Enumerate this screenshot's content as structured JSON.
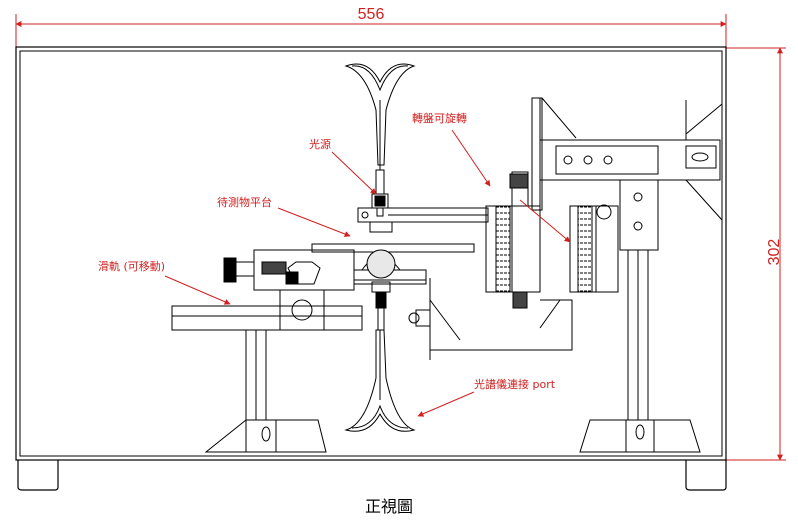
{
  "dimensions": {
    "width": "556",
    "height": "302"
  },
  "annotations": {
    "light_source": "光源",
    "rotating_disk": "轉盤可旋轉",
    "test_platform": "待測物平台",
    "slide_rail": "滑軌 (可移動)",
    "spectrometer_port": "光譜儀連接 port"
  },
  "caption": "正視圖",
  "colors": {
    "annotation": "#d21f1f",
    "line": "#000000",
    "background": "#ffffff"
  }
}
